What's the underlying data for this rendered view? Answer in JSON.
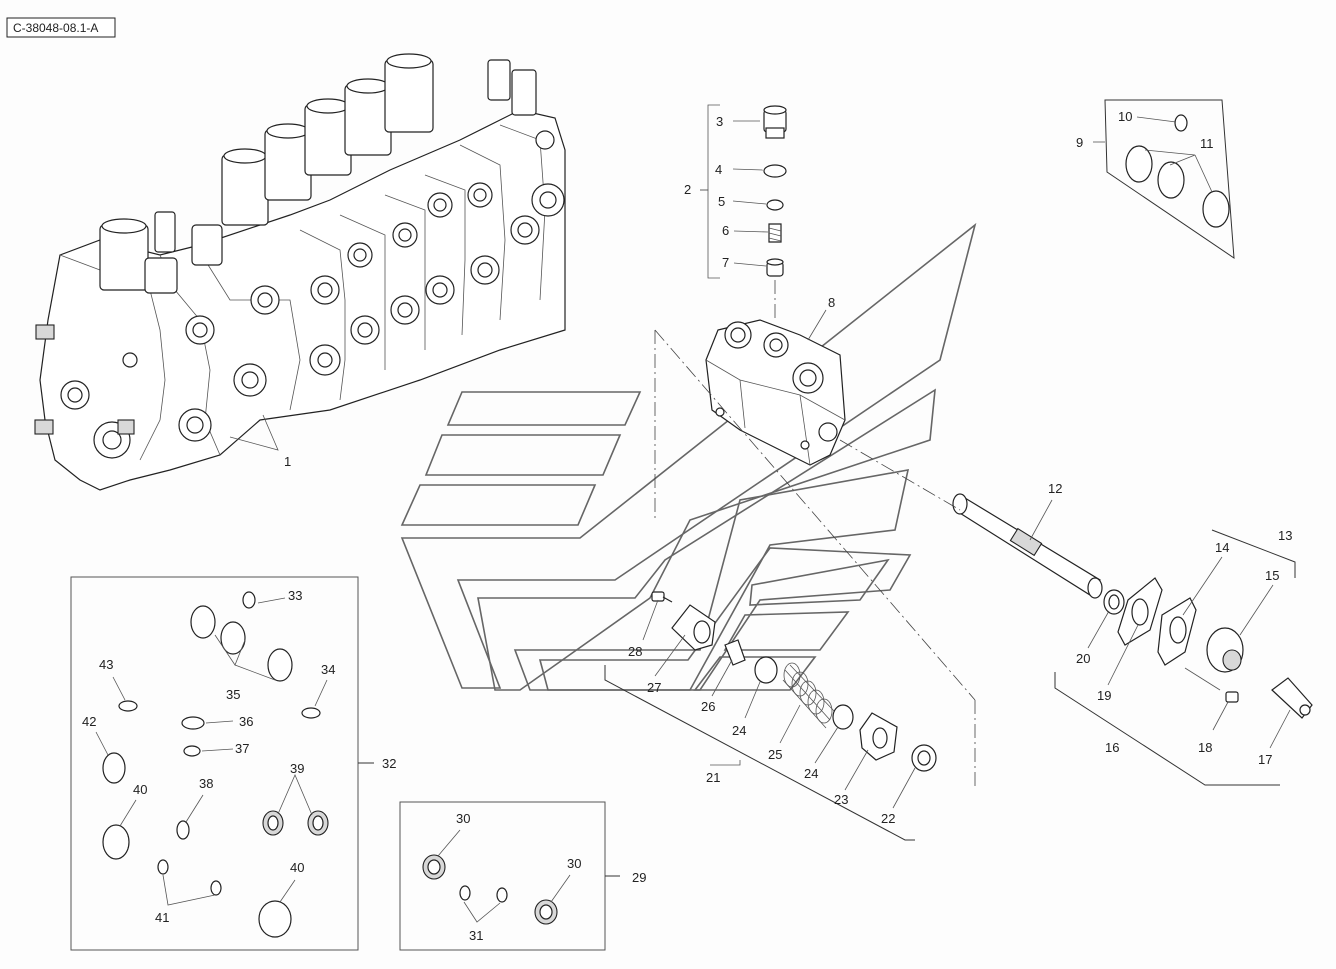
{
  "reference_code": "C-38048-08.1-A",
  "callouts": [
    "1",
    "2",
    "3",
    "4",
    "5",
    "6",
    "7",
    "8",
    "9",
    "10",
    "11",
    "12",
    "13",
    "14",
    "15",
    "16",
    "17",
    "18",
    "19",
    "20",
    "21",
    "22",
    "23",
    "24",
    "24",
    "25",
    "26",
    "27",
    "28",
    "29",
    "30",
    "30",
    "31",
    "32",
    "33",
    "34",
    "35",
    "36",
    "37",
    "38",
    "39",
    "40",
    "40",
    "41",
    "42",
    "43"
  ]
}
